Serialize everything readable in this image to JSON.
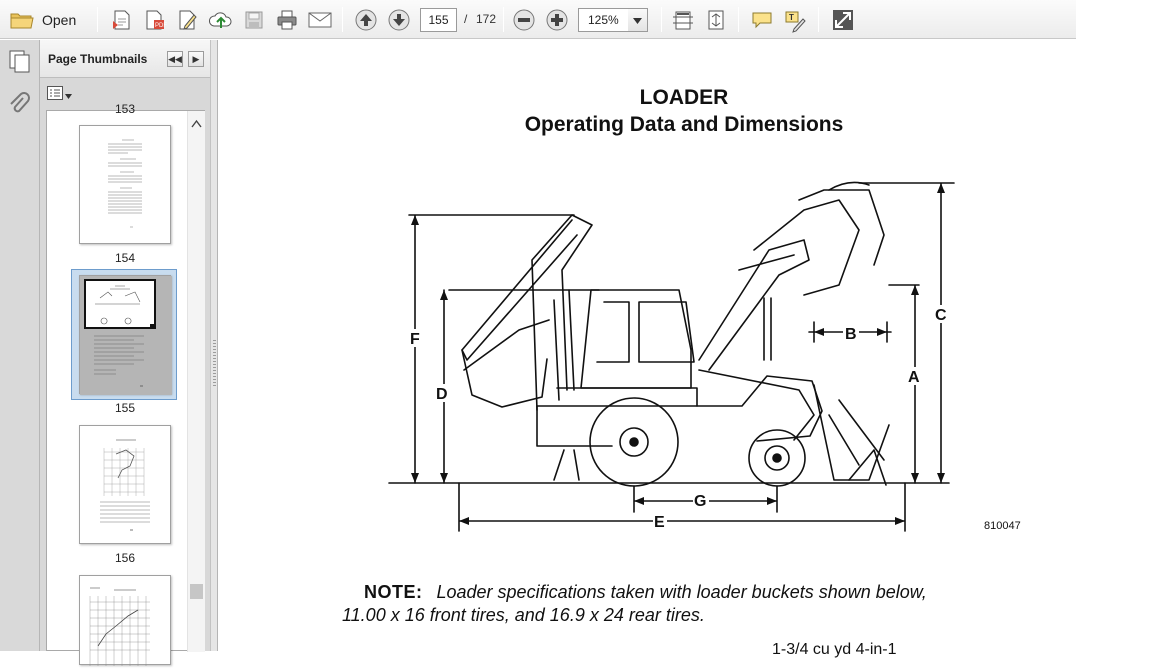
{
  "toolbar": {
    "open_label": "Open",
    "page_current": "155",
    "page_separator": "/",
    "page_total": "172",
    "zoom_value": "125%"
  },
  "sidebar": {
    "panel_title": "Page Thumbnails",
    "thumbnails": [
      {
        "page_label": "154"
      },
      {
        "page_label": "155",
        "selected": true
      },
      {
        "page_label": "156"
      }
    ],
    "partial_label": "153"
  },
  "document": {
    "title": "LOADER",
    "subtitle": "Operating Data and Dimensions",
    "figure_id": "810047",
    "dimension_labels": [
      "A",
      "B",
      "C",
      "D",
      "E",
      "F",
      "G"
    ],
    "note_label": "NOTE:",
    "note_line1": "Loader specifications taken with loader buckets shown below,",
    "note_line2": "11.00 x 16 front tires, and 16.9 x 24 rear tires.",
    "cut_off_line": "1-3/4 cu yd          4-in-1"
  },
  "colors": {
    "toolbar_bg": "#ececec",
    "panel_bg": "#d8d8d8",
    "selection": "#c8dcef",
    "ink": "#111111"
  }
}
